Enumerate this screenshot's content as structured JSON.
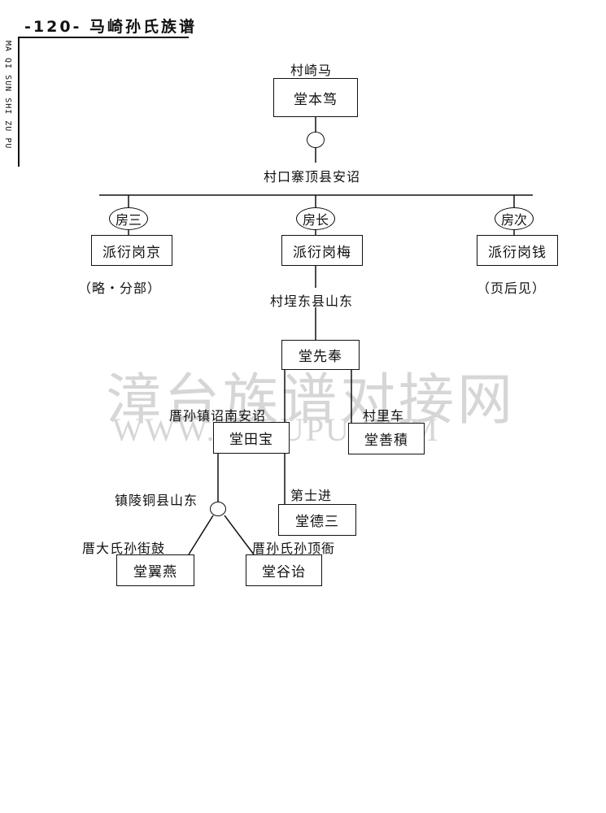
{
  "header": {
    "title": "-120- 马崎孙氏族谱",
    "side_text": "MA QI SUN SHI ZU PU"
  },
  "watermark": {
    "line1": "漳台族谱对接网",
    "line2": "WWW.ZTZUPU.COM"
  },
  "tree": {
    "top_label": "村崎马",
    "root_box": "堂本笃",
    "village_label": "村口寨顶县安诏",
    "branches": {
      "left": {
        "oval": "房三",
        "box": "派衍岗京",
        "note": "（略・分部）"
      },
      "center": {
        "oval": "房长",
        "box": "派衍岗梅"
      },
      "right": {
        "oval": "房次",
        "box": "派衍岗钱",
        "note": "（页后见）"
      }
    },
    "center_place_label": "村埕东县山东",
    "fengxian_box": "堂先奉",
    "left_sub_label": "厝孙镇诏南安诏",
    "tiantian_box": "堂田宝",
    "right_sub_label": "村里车",
    "shanji_box": "堂善積",
    "tongling_label": "镇陵铜县山东",
    "jinshi_label": "第士进",
    "desan_box": "堂德三",
    "left_leaf_label": "厝大氏孙街鼓",
    "yiyan_box": "堂翼燕",
    "right_leaf_label": "厝孙氏孙顶衙",
    "guyi_box": "堂谷诒"
  }
}
